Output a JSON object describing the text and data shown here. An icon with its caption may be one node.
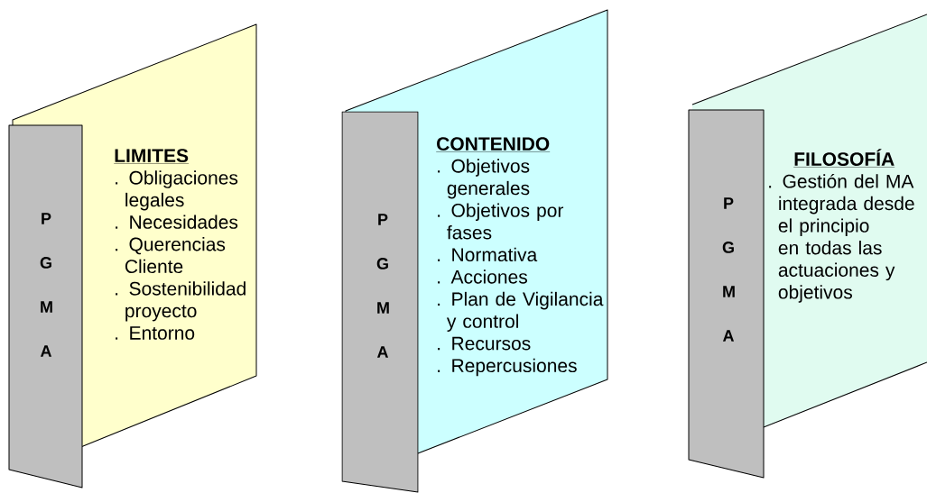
{
  "diagram": {
    "nodes": [
      {
        "text": [
          "P G M A"
        ]
      },
      {
        "text": [
          "LIMITES",
          ". Obligaciones legales",
          ". Necesidades",
          ". Querencias Cliente",
          ". Sostenibilidad proyecto",
          ". Entorno"
        ]
      },
      {
        "text": [
          "P G M A"
        ]
      },
      {
        "text": [
          "CONTENIDO",
          ". Objetivos generales",
          ". Objetivos por fases",
          ". Normativa",
          ". Acciones",
          ". Plan de Vigilancia y control",
          ". Recursos",
          ". Repercusiones"
        ]
      },
      {
        "text": [
          "P G M A"
        ]
      },
      {
        "text": [
          "FILOSOFÍA",
          ". Gestión del MA integrada desde el principio en todas las actuaciones y objetivos"
        ]
      }
    ]
  }
}
